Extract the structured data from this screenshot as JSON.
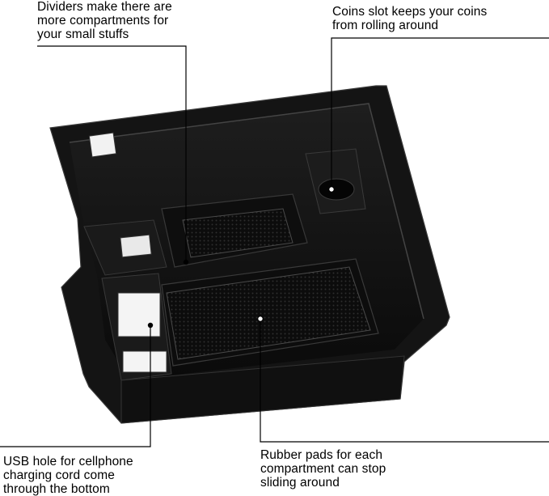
{
  "callouts": {
    "dividers": "Dividers make there are\nmore compartments for\nyour small stuffs",
    "coins": "Coins slot keeps your coins\nfrom rolling around",
    "usb": "USB hole for cellphone\ncharging cord come\nthrough the bottom",
    "rubber": "Rubber pads for each\ncompartment can stop\nsliding around"
  },
  "colors": {
    "background": "#ffffff",
    "product": "#151515",
    "product_dark": "#070707",
    "line": "#000000"
  }
}
